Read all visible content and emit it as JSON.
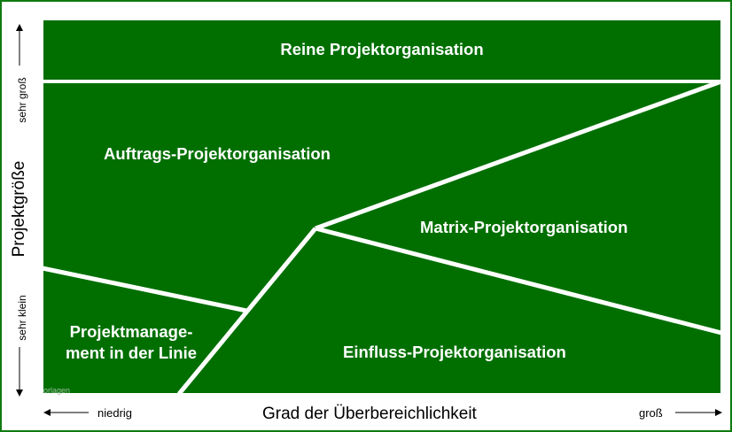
{
  "colors": {
    "background": "#006f00",
    "lines": "#ffffff",
    "frame": "#0f7a0f"
  },
  "regions": {
    "reine": "Reine Projektorganisation",
    "auftrags": "Auftrags-Projektorganisation",
    "matrix": "Matrix-Projektorganisation",
    "linie_line1": "Projektmanage-",
    "linie_line2": "ment in der Linie",
    "einfluss": "Einfluss-Projektorganisation"
  },
  "y_axis": {
    "label": "Projektgröße",
    "top": "sehr groß",
    "bottom": "sehr klein"
  },
  "x_axis": {
    "label": "Grad der Überbereichlichkeit",
    "left": "niedrig",
    "right": "groß"
  },
  "watermark": "orlagen"
}
